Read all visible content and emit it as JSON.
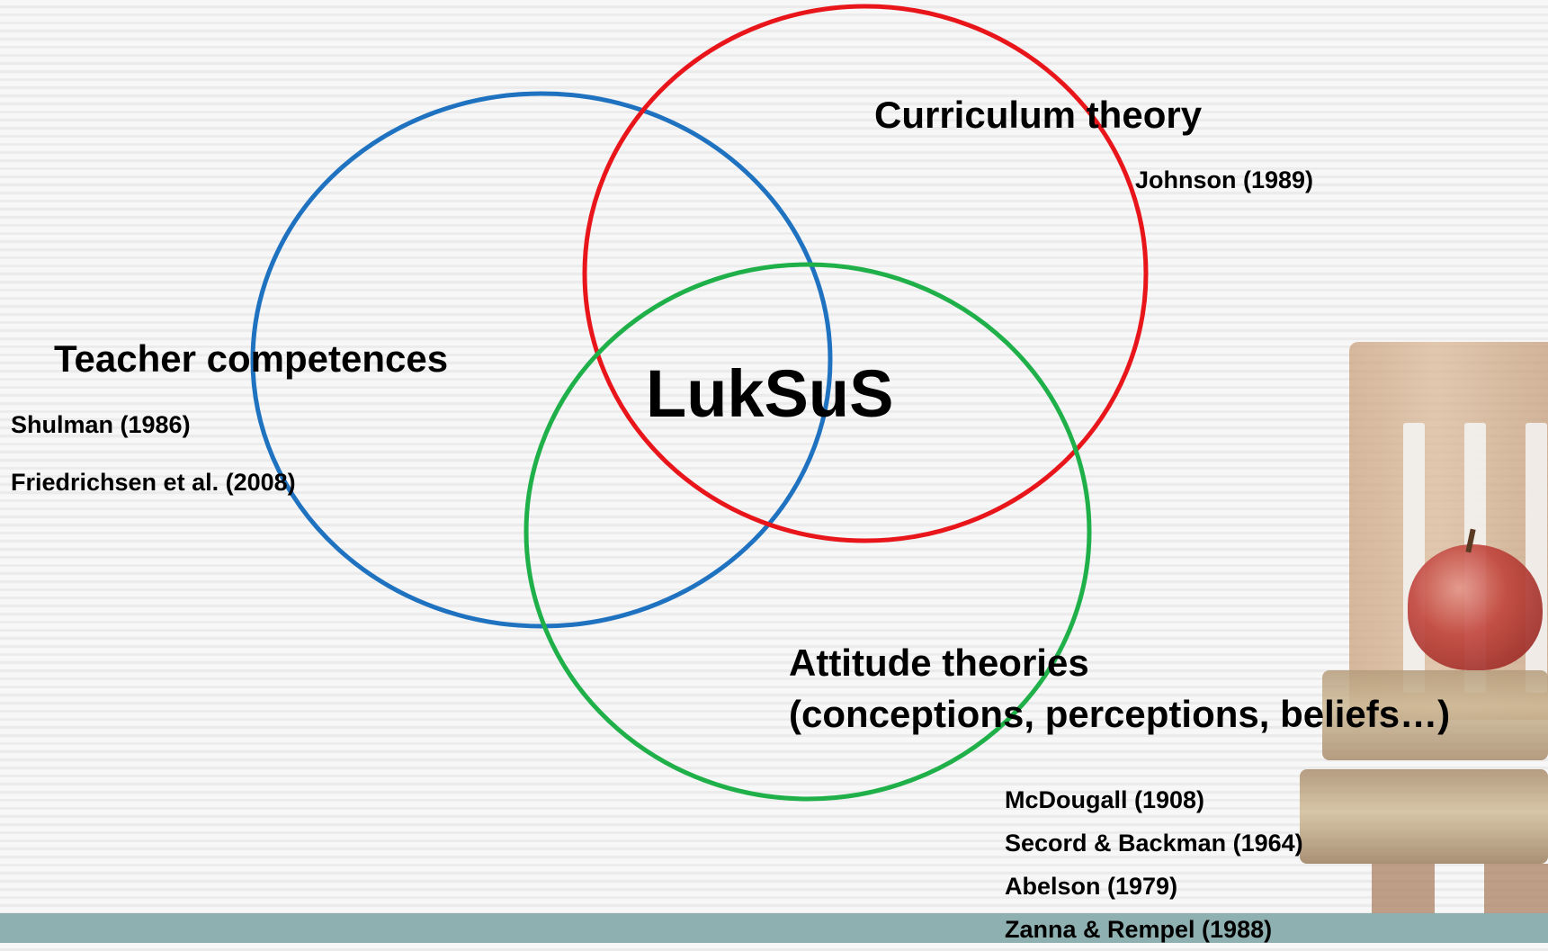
{
  "diagram": {
    "center_label": "LukSuS",
    "sets": [
      {
        "key": "teacher",
        "title": "Teacher competences",
        "color": "#1f72c0",
        "references": [
          "Shulman (1986)",
          "Friedrichsen et al. (2008)"
        ]
      },
      {
        "key": "curriculum",
        "title": "Curriculum theory",
        "color": "#e8161b",
        "references": [
          "Johnson (1989)"
        ]
      },
      {
        "key": "attitude",
        "title_line1": "Attitude theories",
        "title_line2": "(conceptions, perceptions, beliefs…)",
        "color": "#1fb04a",
        "references": [
          "McDougall (1908)",
          "Secord & Backman (1964)",
          "Abelson (1979)",
          "Zanna & Rempel (1988)"
        ]
      }
    ]
  },
  "theme": {
    "band_color": "#8fb0b0"
  }
}
